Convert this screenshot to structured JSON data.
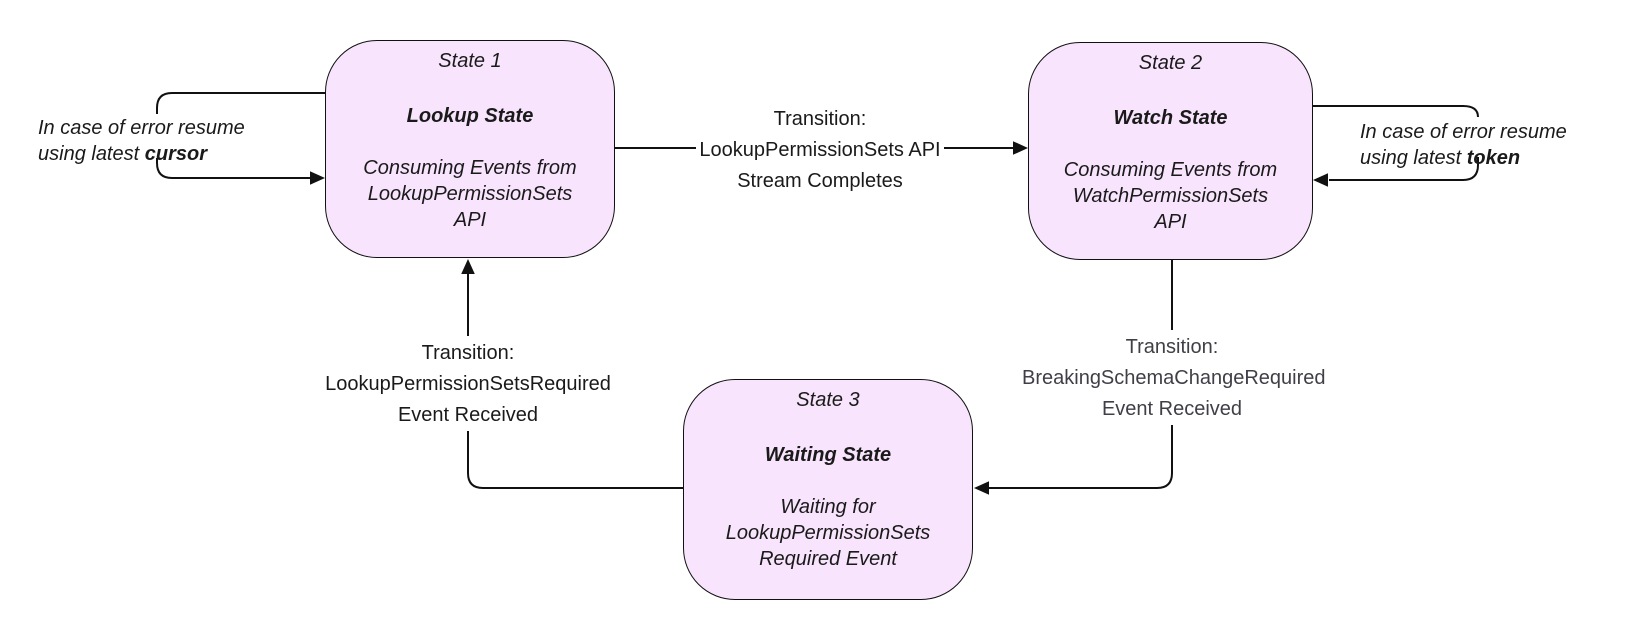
{
  "diagram": {
    "colors": {
      "background": "#ffffff",
      "state_fill": "#f8e4fc",
      "state_border": "#111111",
      "line": "#111111",
      "muted_label_text": "#3f3f47",
      "default_text": "#1a1a1a"
    },
    "states": [
      {
        "title": "State 1",
        "name": "Lookup State",
        "desc_lines": [
          "Consuming Events from",
          "LookupPermissionSets",
          "API"
        ]
      },
      {
        "title": "State 2",
        "name": "Watch State",
        "desc_lines": [
          "Consuming Events from",
          "WatchPermissionSets",
          "API"
        ]
      },
      {
        "title": "State 3",
        "name": "Waiting State",
        "desc_lines": [
          "Waiting for",
          "LookupPermissionSets",
          "Required Event"
        ]
      }
    ],
    "transitions": [
      {
        "from": "State 1",
        "to": "State 2",
        "lines": [
          "Transition:",
          "LookupPermissionSets API",
          "Stream Completes"
        ]
      },
      {
        "from": "State 2",
        "to": "State 3",
        "lines": [
          "Transition:",
          "BreakingSchemaChangeRequired",
          "Event Received"
        ]
      },
      {
        "from": "State 3",
        "to": "State 1",
        "lines": [
          "Transition:",
          "LookupPermissionSetsRequired",
          "Event Received"
        ]
      }
    ],
    "error_notes": [
      {
        "target": "State 1",
        "line1": "In case of error resume",
        "line2_prefix": "using latest",
        "line2_bold": "cursor"
      },
      {
        "target": "State 2",
        "line1": "In case of error resume",
        "line2_prefix": "using latest",
        "line2_bold": "token"
      }
    ]
  }
}
